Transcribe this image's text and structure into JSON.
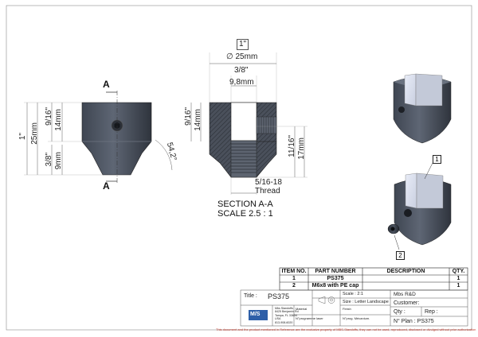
{
  "front_view": {
    "section_mark_top": "A",
    "section_mark_bottom": "A",
    "dim_1in": "1\"",
    "dim_25mm": "25mm",
    "dim_9_16": "9/16\"",
    "dim_14mm": "14mm",
    "dim_3_8": "3/8\"",
    "dim_9mm": "9mm",
    "dim_angle": "54,2°"
  },
  "section_view": {
    "dim_1in": "1\"",
    "dim_dia25": "∅ 25mm",
    "dim_3_8": "3/8\"",
    "dim_9_8": "9,8mm",
    "dim_9_16": "9/16\"",
    "dim_14mm": "14mm",
    "dim_11_16": "11/16\"",
    "dim_17mm": "17mm",
    "thread_size": "5/16-18",
    "thread_label": "Thread",
    "caption_line1": "SECTION A-A",
    "caption_line2": "SCALE 2.5 : 1"
  },
  "balloons": {
    "item1": "1",
    "item2": "2"
  },
  "bom": {
    "headers": [
      "ITEM NO.",
      "PART NUMBER",
      "DESCRIPTION",
      "QTY."
    ],
    "rows": [
      {
        "item": "1",
        "part": "PS375",
        "desc": "",
        "qty": "1"
      },
      {
        "item": "2",
        "part": "M6x8 with PE cap",
        "desc": "",
        "qty": "1"
      }
    ]
  },
  "title_block": {
    "title_label": "Title :",
    "title_value": "PS375",
    "scale": "Scale : 2:1",
    "company": "Mbs R&D",
    "size": "Size : Letter Landscape",
    "customer": "Customer:",
    "material": "Material",
    "finish": "Finish",
    "qty": "Qty :",
    "rep": "Rep :",
    "program": "N°programme laser",
    "nprog": "N°prog. Mécanium.",
    "plan": "N° Plan : PS375",
    "logo": "M/S",
    "address": [
      "Mbs Standoffs",
      "8425 Benjamin Rd",
      "Tampa, FL 33634",
      "USA",
      "813-908-6020"
    ]
  },
  "disclaimer": "This document and the product mentioned in Reference are the exclusive property of MBS-Standoffs, they can not be used, reproduced, disclosed or divulged without prior authorization"
}
